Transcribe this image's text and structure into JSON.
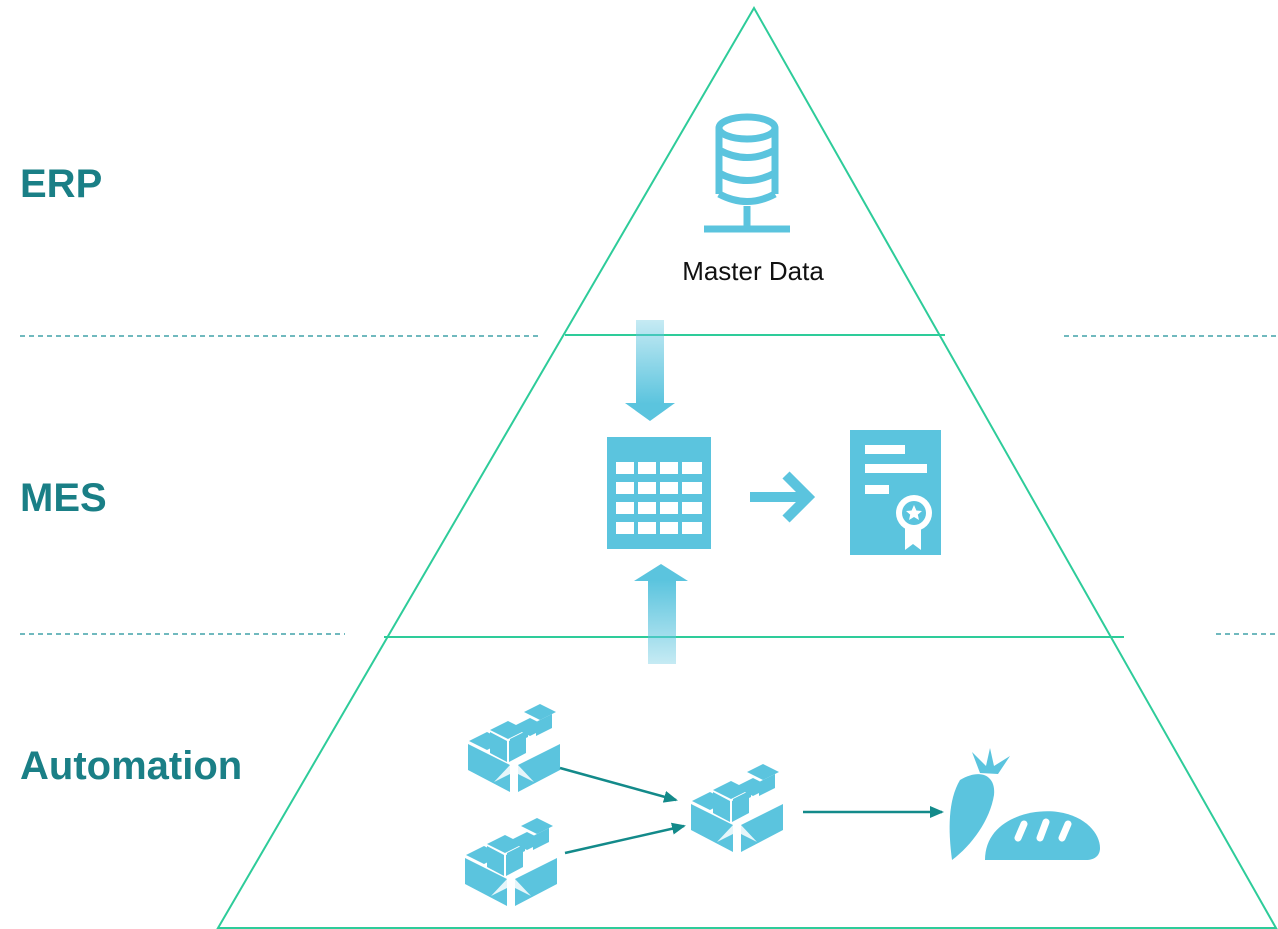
{
  "colors": {
    "outline": "#2ecc9a",
    "dash": "#1a8f96",
    "label": "#1a7f86",
    "icon": "#5bc4de",
    "arrow": "#138a8a"
  },
  "layers": {
    "erp": "ERP",
    "mes": "MES",
    "automation": "Automation"
  },
  "erp": {
    "master_data_label": "Master Data",
    "icon": "database-server-icon"
  },
  "mes": {
    "icons": [
      "recipe-table-icon",
      "certificate-icon"
    ]
  },
  "automation": {
    "icons": [
      "boxes-icon",
      "boxes-icon",
      "boxes-icon",
      "food-products-icon"
    ]
  }
}
